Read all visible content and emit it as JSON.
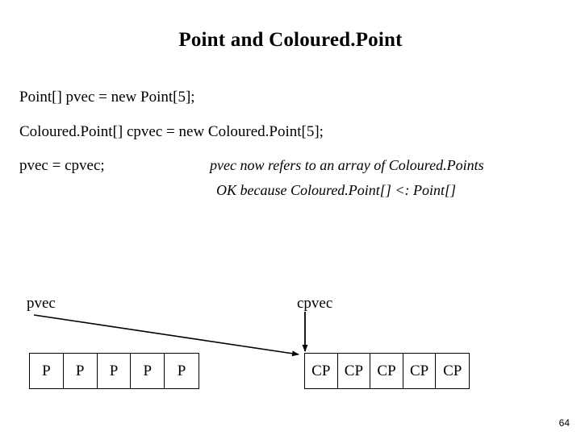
{
  "slide": {
    "title": "Point and Coloured.Point",
    "page_number": "64",
    "code": {
      "line1": "Point[] pvec = new Point[5];",
      "line2": "Coloured.Point[] cpvec = new Coloured.Point[5];",
      "line3": "pvec = cpvec;"
    },
    "comments": {
      "line1": "pvec now refers to an array of Coloured.Points",
      "line2": "OK because Coloured.Point[] <: Point[]"
    },
    "diagram": {
      "pvec_label": "pvec",
      "cpvec_label": "cpvec",
      "pvec_cells": [
        "P",
        "P",
        "P",
        "P",
        "P"
      ],
      "cpvec_cells": [
        "CP",
        "CP",
        "CP",
        "CP",
        "CP"
      ],
      "stroke_color": "#000000"
    }
  }
}
